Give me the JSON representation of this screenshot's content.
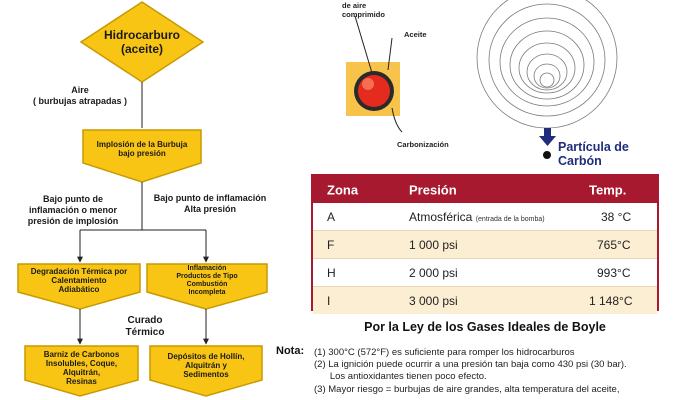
{
  "flowchart": {
    "hydrocarbon": "Hidrocarburo\n(aceite)",
    "air_label": "Aire\n( burbujas atrapadas )",
    "implosion": "Implosión de la Burbuja\nbajo presión",
    "low_flash_label": "Bajo punto de\ninflamación o menor\npresión  de implosión",
    "high_flash_label": "Bajo punto de inflamación\nAlta presión",
    "thermal_degradation": "Degradación Térmica por\nCalentamiento\nAdiabático",
    "combustion_products": "Inflamación\nProductos de Tipo\nCombustión\nIncompleta",
    "thermal_cure": "Curado\nTérmico",
    "carbon_varnish": "Barniz de Carbonos\nInsolubles, Coque,\nAlquitrán,\nResinas",
    "soot_deposits": "Depósitos de Hollín,\nAlquitrán y\nSedimentos"
  },
  "illustration": {
    "compressed_air": "de aire\ncomprimido",
    "oil": "Aceite",
    "carbonization": "Carbonización",
    "carbon_particle": "Partícula de\nCarbón"
  },
  "table": {
    "headers": [
      "Zona",
      "Presión",
      "Temp."
    ],
    "rows": [
      {
        "zone": "A",
        "pressure": "Atmosférica",
        "pressure_note": "(entrada de la bomba)",
        "temp": "38 °C"
      },
      {
        "zone": "F",
        "pressure": "1 000 psi",
        "pressure_note": "",
        "temp": "765°C"
      },
      {
        "zone": "H",
        "pressure": "2 000 psi",
        "pressure_note": "",
        "temp": "993°C"
      },
      {
        "zone": "I",
        "pressure": "3 000 psi",
        "pressure_note": "",
        "temp": "1 148°C"
      }
    ]
  },
  "boyle_caption": "Por la Ley de los Gases Ideales de  Boyle",
  "notes": {
    "label": "Nota:",
    "lines": [
      "(1) 300°C (572°F) es suficiente para romper los hidrocarburos",
      "(2) La ignición puede ocurrir a una presión tan baja como 430 psi (30 bar).",
      "      Los antioxidantes tienen poco efecto.",
      "(3) Mayor riesgo = burbujas de aire grandes, alta temperatura del aceite,"
    ]
  },
  "colors": {
    "box_fill": "#f9c515",
    "box_border": "#c89a00",
    "table_header": "#a6192e",
    "table_alt_row": "#fbeed3",
    "particle_text": "#1f2d7a"
  }
}
